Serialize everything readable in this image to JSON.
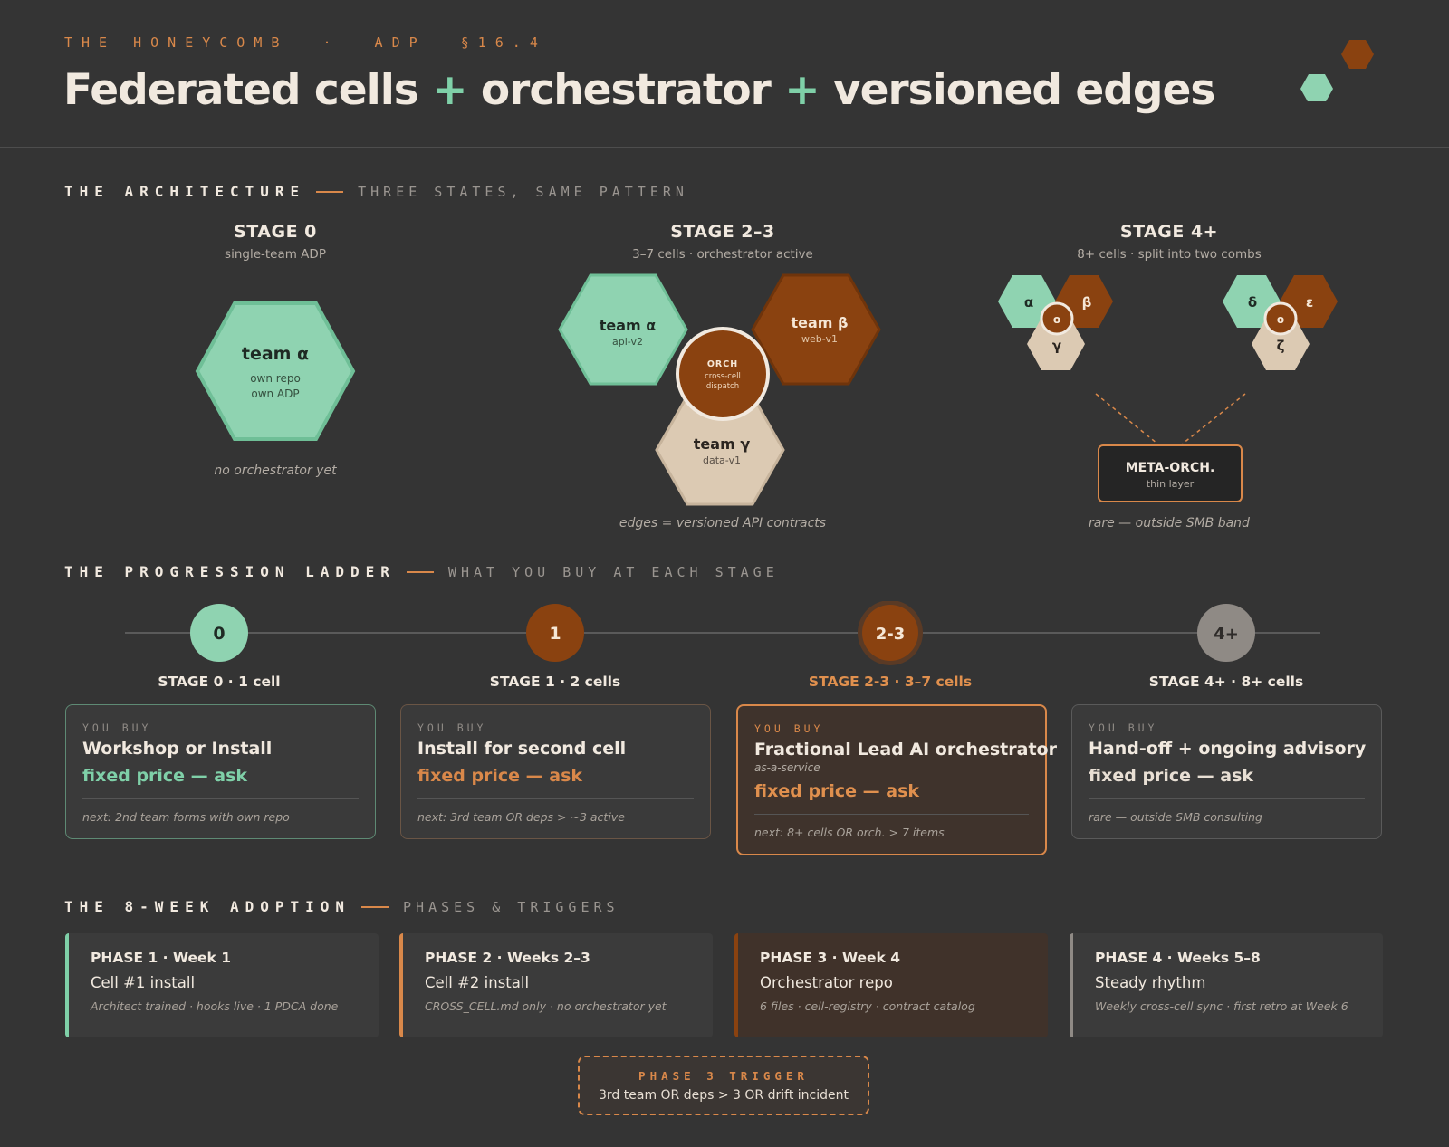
{
  "header": {
    "eyebrow": "THE HONEYCOMB  ·  ADP  §16.4",
    "title_part1": "Federated cells ",
    "plus": "+",
    "title_part2": " orchestrator ",
    "title_part3": " versioned edges"
  },
  "architecture": {
    "heading": "THE ARCHITECTURE",
    "subheading": "THREE STATES, SAME PATTERN",
    "stage0": {
      "title": "STAGE 0",
      "subtitle": "single-team ADP",
      "hex_title": "team α",
      "hex_line1": "own repo",
      "hex_line2": "own ADP",
      "caption": "no orchestrator yet"
    },
    "stage23": {
      "title": "STAGE 2–3",
      "subtitle": "3–7 cells · orchestrator active",
      "team_a": {
        "name": "team α",
        "sub": "api-v2"
      },
      "team_b": {
        "name": "team β",
        "sub": "web-v1"
      },
      "team_g": {
        "name": "team γ",
        "sub": "data-v1"
      },
      "orch": {
        "label": "ORCH",
        "line1": "cross-cell",
        "line2": "dispatch"
      },
      "caption": "edges = versioned API contracts"
    },
    "stage4": {
      "title": "STAGE 4+",
      "subtitle": "8+ cells · split into two combs",
      "comb1": [
        "α",
        "β",
        "γ"
      ],
      "comb2": [
        "δ",
        "ε",
        "ζ"
      ],
      "orch_mark": "o",
      "meta_title": "META-ORCH.",
      "meta_sub": "thin layer",
      "caption": "rare — outside SMB band"
    }
  },
  "ladder": {
    "heading": "THE PROGRESSION LADDER",
    "subheading": "WHAT YOU BUY AT EACH STAGE",
    "steps": [
      {
        "badge": "0",
        "label": "STAGE 0 · 1 cell",
        "you_buy": "YOU BUY",
        "title": "Workshop or Install",
        "extra": "",
        "price": "fixed price — ask",
        "next": "next: 2nd team forms with own repo"
      },
      {
        "badge": "1",
        "label": "STAGE 1 · 2 cells",
        "you_buy": "YOU BUY",
        "title": "Install for second cell",
        "extra": "",
        "price": "fixed price — ask",
        "next": "next: 3rd team OR deps > ~3 active"
      },
      {
        "badge": "2-3",
        "label": "STAGE 2-3 · 3–7 cells",
        "you_buy": "YOU BUY",
        "title": "Fractional Lead AI orchestrator",
        "extra": "as-a-service",
        "price": "fixed price — ask",
        "next": "next: 8+ cells OR orch. > 7 items"
      },
      {
        "badge": "4+",
        "label": "STAGE 4+ · 8+ cells",
        "you_buy": "YOU BUY",
        "title": "Hand-off + ongoing advisory",
        "extra": "",
        "price": "fixed price — ask",
        "next": "rare — outside SMB consulting"
      }
    ]
  },
  "adoption": {
    "heading": "THE 8-WEEK ADOPTION",
    "subheading": "PHASES & TRIGGERS",
    "phases": [
      {
        "title": "PHASE 1 · Week 1",
        "name": "Cell #1 install",
        "desc": "Architect trained · hooks live · 1 PDCA done"
      },
      {
        "title": "PHASE 2 · Weeks 2–3",
        "name": "Cell #2 install",
        "desc": "CROSS_CELL.md only · no orchestrator yet"
      },
      {
        "title": "PHASE 3 · Week 4",
        "name": "Orchestrator repo",
        "desc": "6 files · cell-registry · contract catalog"
      },
      {
        "title": "PHASE 4 · Weeks 5–8",
        "name": "Steady rhythm",
        "desc": "Weekly cross-cell sync · first retro at Week 6"
      }
    ],
    "trigger": {
      "label": "PHASE 3 TRIGGER",
      "text": "3rd team OR deps > 3 OR drift incident"
    }
  },
  "colors": {
    "background": "#343434",
    "mint": "#8fd3b1",
    "rust": "#8a4210",
    "sand": "#dccab3",
    "accent_orange": "#d9884a",
    "grey": "#8f8a85"
  }
}
